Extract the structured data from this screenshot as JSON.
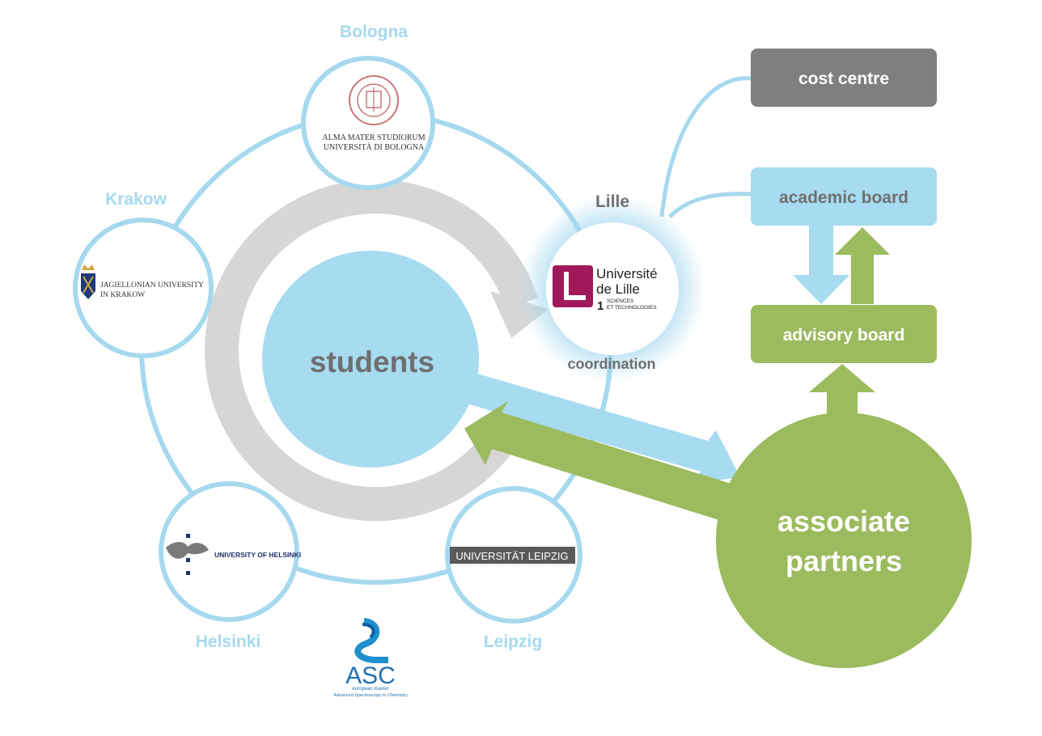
{
  "diagram": {
    "cities": {
      "bologna": "Bologna",
      "krakow": "Krakow",
      "lille": "Lille",
      "helsinki": "Helsinki",
      "leipzig": "Leipzig"
    },
    "logos": {
      "bologna_line1": "ALMA MATER STUDIORUM",
      "bologna_line2": "UNIVERSITÀ DI BOLOGNA",
      "krakow_line1": "JAGIELLONIAN UNIVERSITY",
      "krakow_line2": "IN KRAKOW",
      "lille_line1": "Université",
      "lille_line2": "de Lille",
      "lille_num": "1",
      "lille_line3": "SCIENCES",
      "lille_line4": "ET TECHNOLOGIES",
      "helsinki": "UNIVERSITY OF HELSINKI",
      "leipzig": "UNIVERSITÄT LEIPZIG",
      "asc": "ASC",
      "asc_sub1": "european master",
      "asc_sub2": "Advanced Spectroscopy in Chemistry"
    },
    "coordination": "coordination",
    "students": "students",
    "associate_line1": "associate",
    "associate_line2": "partners",
    "boxes": {
      "cost_centre": "cost centre",
      "academic_board": "academic board",
      "advisory_board": "advisory board"
    },
    "colors": {
      "light_blue": "#a6d9ee",
      "students_blue": "#a7dbf0",
      "green": "#9bbb5e",
      "grey_arrow": "#d6d6d6",
      "cost_box": "#7f7f7f",
      "text_grey": "#6f6f6f",
      "lille_magenta": "#a1195b"
    }
  }
}
